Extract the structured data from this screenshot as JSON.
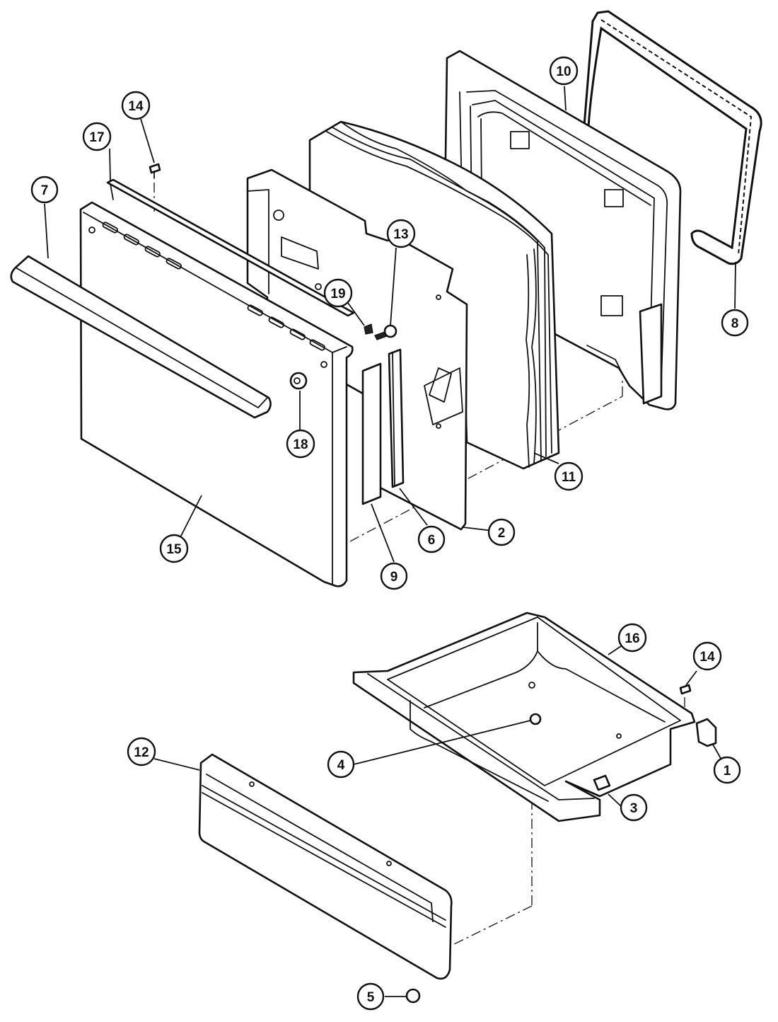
{
  "callouts": [
    {
      "id": "1",
      "label": "1"
    },
    {
      "id": "2",
      "label": "2"
    },
    {
      "id": "3",
      "label": "3"
    },
    {
      "id": "4",
      "label": "4"
    },
    {
      "id": "5",
      "label": "5"
    },
    {
      "id": "6",
      "label": "6"
    },
    {
      "id": "7",
      "label": "7"
    },
    {
      "id": "8",
      "label": "8"
    },
    {
      "id": "9",
      "label": "9"
    },
    {
      "id": "10",
      "label": "10"
    },
    {
      "id": "11",
      "label": "11"
    },
    {
      "id": "12",
      "label": "12"
    },
    {
      "id": "13",
      "label": "13"
    },
    {
      "id": "14a",
      "label": "14"
    },
    {
      "id": "14b",
      "label": "14"
    },
    {
      "id": "15",
      "label": "15"
    },
    {
      "id": "16",
      "label": "16"
    },
    {
      "id": "17",
      "label": "17"
    },
    {
      "id": "18",
      "label": "18"
    },
    {
      "id": "19",
      "label": "19"
    }
  ]
}
